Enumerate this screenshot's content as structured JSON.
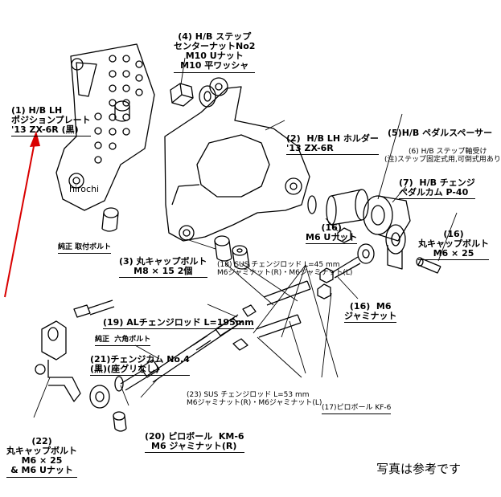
{
  "watermark": "hirochi",
  "footer_note": "写真は参考です",
  "accent_color": "#d90000",
  "callouts": [
    {
      "key": "c4",
      "lines": [
        "(4) H/B ステップ",
        "センターナットNo2",
        "M10 Uナット",
        "M10 平ワッシャ"
      ]
    },
    {
      "key": "c1",
      "lines": [
        "(1) H/B LH",
        "ポジションプレート",
        "'13 ZX-6R (黒)"
      ]
    },
    {
      "key": "c2",
      "lines": [
        "(2)  H/B LH ホルダー",
        "'13 ZX-6R"
      ]
    },
    {
      "key": "c5",
      "lines": [
        "(5)H/B ペダルスペーサー"
      ]
    },
    {
      "key": "c6",
      "lines": [
        "(6) H/B ステップ軸受け",
        "(注)ステップ固定式用,可倒式用あり"
      ]
    },
    {
      "key": "c7",
      "lines": [
        "(7)  H/B チェンジ",
        "ペダルカム P-40"
      ]
    },
    {
      "key": "c16a",
      "lines": [
        "(16)",
        "M6 Uナット"
      ]
    },
    {
      "key": "c16b",
      "lines": [
        "(16)",
        "丸キャップボルト",
        "M6 × 25"
      ]
    },
    {
      "key": "c16c",
      "lines": [
        "(16)  M6",
        "ジャミナット"
      ]
    },
    {
      "key": "junsei_bolt",
      "lines": [
        "純正 取付ボルト"
      ]
    },
    {
      "key": "c3",
      "lines": [
        "(3) 丸キャップボルト",
        "M8 × 15 2個"
      ]
    },
    {
      "key": "c18",
      "lines": [
        "(18) SUS チェンジロッド L=45 mm",
        "M6ジャミナット(R)・M6ジャミナット(L)"
      ]
    },
    {
      "key": "c19",
      "lines": [
        "(19) ALチェンジロッド L=195mm"
      ]
    },
    {
      "key": "junsei_hex",
      "lines": [
        "純正  六角ボルト"
      ]
    },
    {
      "key": "c21",
      "lines": [
        "(21)チェンジカム No.4",
        "(黒)(座グリなし)"
      ]
    },
    {
      "key": "c23",
      "lines": [
        "(23) SUS チェンジロッド L=53 mm",
        "M6ジャミナット(R)・M6ジャミナット(L)"
      ]
    },
    {
      "key": "c17",
      "lines": [
        "(17)ピロボール KF-6"
      ]
    },
    {
      "key": "c20",
      "lines": [
        "(20) ピロボール  KM-6",
        "M6 ジャミナット(R)"
      ]
    },
    {
      "key": "c22",
      "lines": [
        "(22)",
        "丸キャップボルト",
        "M6 × 25",
        "& M6 Uナット"
      ]
    }
  ]
}
